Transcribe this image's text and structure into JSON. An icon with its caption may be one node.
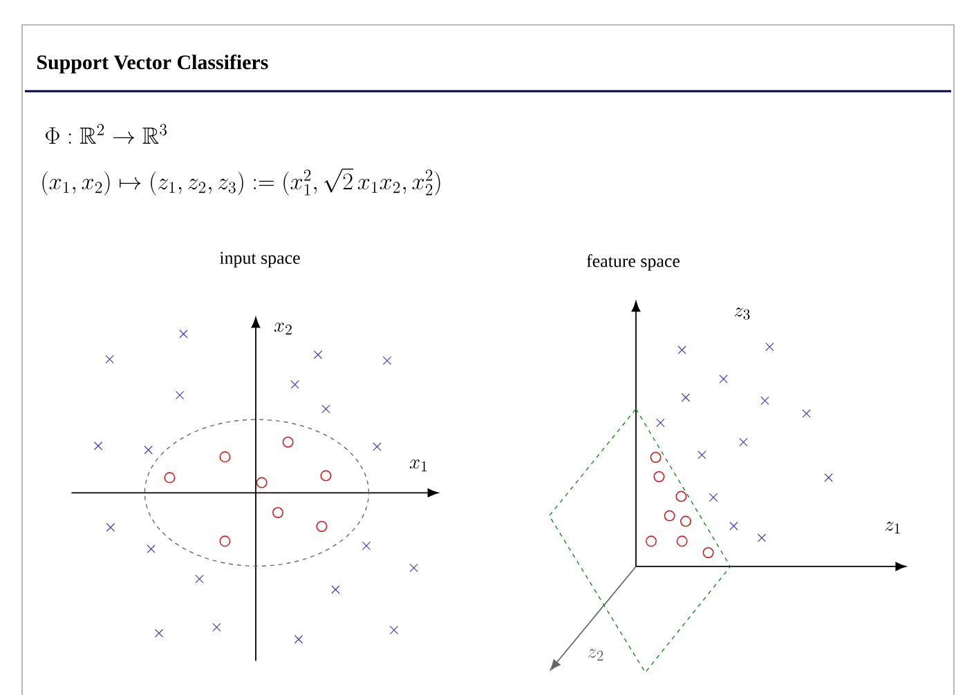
{
  "diagram": {
    "title": "Support Vector Classifiers",
    "labels": [
      "\\Phi : \\mathbb{R}^2 \\to \\mathbb{R}^3",
      "(x_1, x_2) \\mapsto (z_1, z_2, z_3) := (x_1^2, \\sqrt{2}\\, x_1 x_2, x_2^2)",
      "input space",
      "feature space",
      "x_2",
      "x_1",
      "z_3",
      "z_1",
      "z_2"
    ]
  }
}
